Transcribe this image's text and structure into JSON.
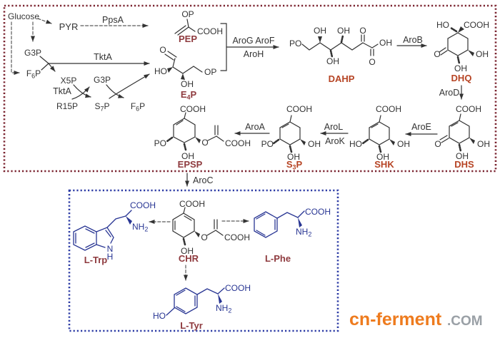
{
  "cluster": {
    "glucose": "Glucose",
    "pyr": "PYR",
    "g3p_a": "G3P",
    "g3p_b": "G3P",
    "x5p": "X5P",
    "r15p": "R15P",
    "f6p_a": {
      "pre": "F",
      "sub": "6",
      "post": "P"
    },
    "f6p_b": {
      "pre": "F",
      "sub": "6",
      "post": "P"
    },
    "s7p": {
      "pre": "S",
      "sub": "7",
      "post": "P"
    }
  },
  "enzymes": {
    "ppsa": "PpsA",
    "tkta_a": "TktA",
    "tkta_b": "TktA",
    "arog_arof": "AroG AroF",
    "aroh": "AroH",
    "arob": "AroB",
    "arod": "AroD",
    "aroe": "AroE",
    "arol": "AroL",
    "arok": "AroK",
    "aroa": "AroA",
    "aroc": "AroC"
  },
  "metabolites": {
    "pep": "PEP",
    "e4p": {
      "pre": "E",
      "sub": "4",
      "post": "P"
    },
    "dahp": "DAHP",
    "dhq": "DHQ",
    "dhs": "DHS",
    "shk": "SHK",
    "s3p": {
      "pre": "S",
      "sub": "3",
      "post": "P"
    },
    "epsp": "EPSP",
    "chr": "CHR",
    "ltrp": "L-Trp",
    "lphe": "L-Phe",
    "ltyr": "L-Tyr"
  },
  "chem": {
    "op": "OP",
    "po": "PO",
    "cooh": "COOH",
    "oh": "OH",
    "ho": "HO",
    "o": "O",
    "n": "N",
    "h": "H",
    "nh2": {
      "pre": "NH",
      "sub": "2"
    }
  },
  "watermark": {
    "brand": "cn-ferment",
    "suffix": ".COM"
  },
  "colors": {
    "structure": "#333333",
    "dashed_line": "#5a5a5a",
    "amino": "#283593",
    "label_dark": "#8e3a3e",
    "label_bright": "#b64424",
    "box_upper": "#7b2430",
    "box_lower": "#2e3da6",
    "brand": "#ee7b1e",
    "suffix": "#9aa0a6"
  }
}
